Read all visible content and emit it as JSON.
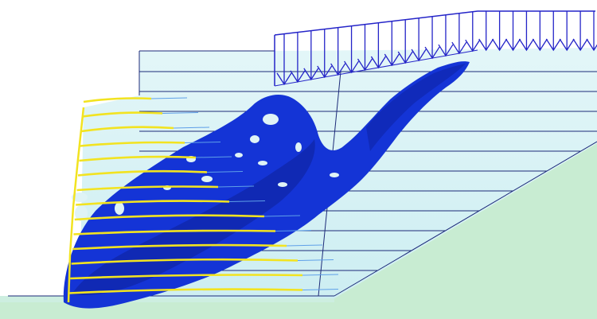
{
  "figure": {
    "kind": "slope stability / reinforced retaining wall simulation",
    "has_text": false
  },
  "colors": {
    "background": "#ffffff",
    "retained_soil": "#d6f2f4",
    "foundation_soil": "#c6ebd0",
    "mesh_lines": "#1c2a78",
    "load_arrows": "#2424c8",
    "failure_zone": "#1432d8",
    "failure_zone_dark": "#0a1c9c",
    "reinforcement": "#f2e320",
    "reinforcement_tail": "#5fa0e8"
  },
  "reinforcement_layers": 14,
  "load_arrows": 24
}
